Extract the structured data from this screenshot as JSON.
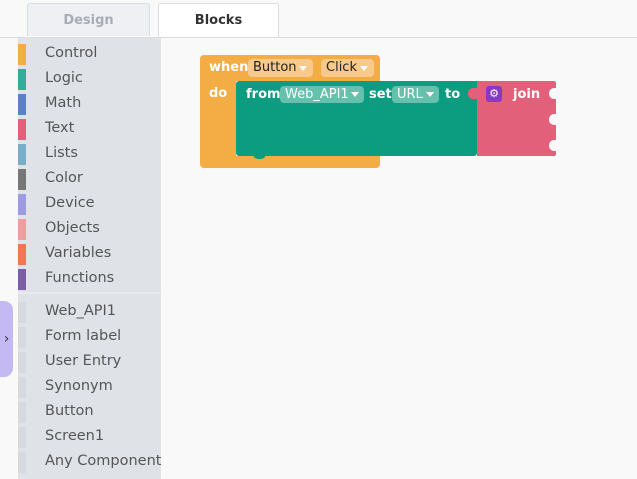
{
  "tabs": [
    {
      "label": "Design"
    },
    {
      "label": "Blocks"
    }
  ],
  "palette": {
    "builtin": [
      {
        "label": "Control",
        "color": "#f4ac45"
      },
      {
        "label": "Logic",
        "color": "#37ab99"
      },
      {
        "label": "Math",
        "color": "#5b80c7"
      },
      {
        "label": "Text",
        "color": "#e2607a"
      },
      {
        "label": "Lists",
        "color": "#7aaec8"
      },
      {
        "label": "Color",
        "color": "#777777"
      },
      {
        "label": "Device",
        "color": "#9f9ae6"
      },
      {
        "label": "Objects",
        "color": "#f39ca0"
      },
      {
        "label": "Variables",
        "color": "#f0784f"
      },
      {
        "label": "Functions",
        "color": "#7b5ea7"
      }
    ],
    "components": [
      {
        "label": "Web_API1"
      },
      {
        "label": "Form label"
      },
      {
        "label": "User Entry"
      },
      {
        "label": "Synonym"
      },
      {
        "label": "Button"
      },
      {
        "label": "Screen1"
      },
      {
        "label": "Any Component"
      }
    ]
  },
  "event_block": {
    "when_label": "when",
    "component": "Button",
    "event": "Click",
    "do_label": "do"
  },
  "set_block": {
    "from_label": "from",
    "component": "Web_API1",
    "set_label": "set",
    "property": "URL",
    "to_label": "to"
  },
  "join_block": {
    "label": "join",
    "gear_icon": "gear-icon"
  },
  "colors": {
    "control": "#f4ac45",
    "set": "#0c9c7f",
    "text": "#e2607a"
  }
}
